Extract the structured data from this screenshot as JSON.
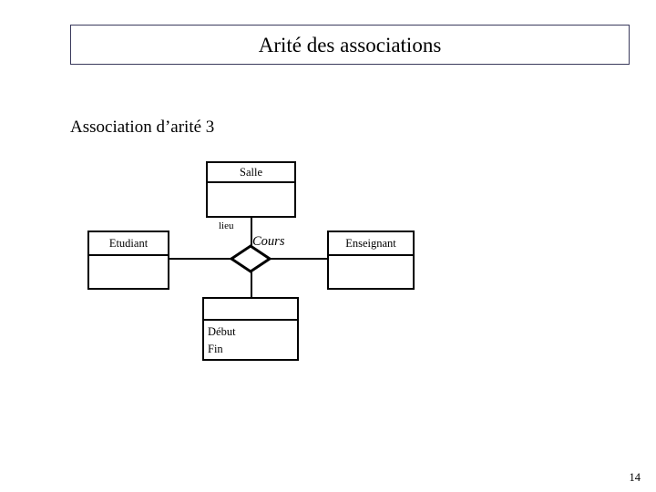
{
  "slide": {
    "title": "Arité des associations",
    "subtitle": "Association d’arité 3",
    "page_number": "14",
    "title_border_color": "#3a3a5c",
    "diagram_line_color": "#000000",
    "background_color": "#ffffff"
  },
  "diagram": {
    "type": "entity-relationship",
    "relationship": {
      "name": "Cours",
      "style": "italic",
      "arity": 3
    },
    "entities": [
      {
        "id": "salle",
        "name": "Salle",
        "attributes": []
      },
      {
        "id": "etudiant",
        "name": "Etudiant",
        "attributes": []
      },
      {
        "id": "enseignant",
        "name": "Enseignant",
        "attributes": []
      }
    ],
    "attribute_box": {
      "name": "",
      "attributes": [
        "Début",
        "Fin"
      ]
    },
    "edge_labels": [
      {
        "id": "lieu",
        "text": "lieu",
        "between": [
          "Salle",
          "Cours"
        ]
      }
    ],
    "connections": [
      {
        "from": "Etudiant",
        "to": "Cours"
      },
      {
        "from": "Enseignant",
        "to": "Cours"
      },
      {
        "from": "Salle",
        "to": "Cours"
      },
      {
        "from": "Cours",
        "to": "attribute_box"
      }
    ]
  }
}
